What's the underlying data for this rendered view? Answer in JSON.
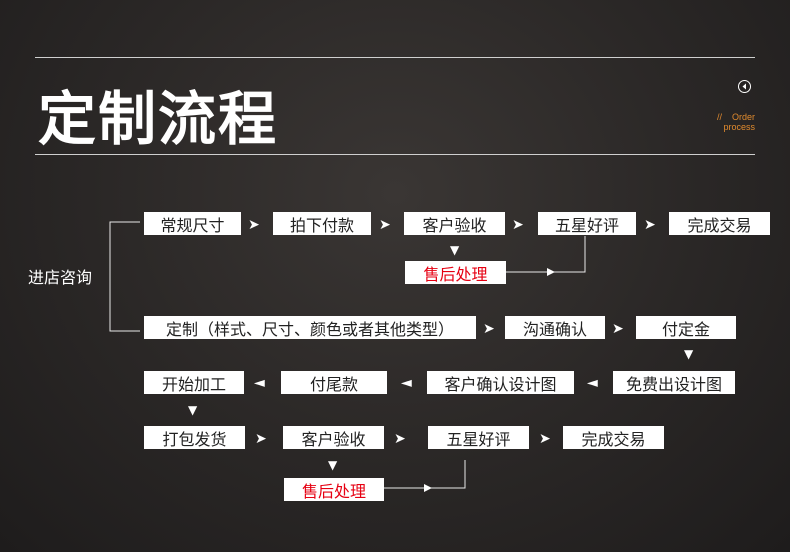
{
  "header": {
    "title": "定制流程",
    "en_prefix": "//",
    "en_line1": "Order",
    "en_line2": "process"
  },
  "side_label": "进店咨询",
  "route1": {
    "steps": [
      "常规尺寸",
      "拍下付款",
      "客户验收",
      "五星好评",
      "完成交易"
    ],
    "after_sale": "售后处理"
  },
  "route2": {
    "row1": [
      "定制（样式、尺寸、颜色或者其他类型）",
      "沟通确认",
      "付定金"
    ],
    "row2": [
      "开始加工",
      "付尾款",
      "客户确认设计图",
      "免费出设计图"
    ],
    "row3": [
      "打包发货",
      "客户验收",
      "五星好评",
      "完成交易"
    ],
    "after_sale": "售后处理"
  },
  "colors": {
    "accent": "#e08a2e",
    "alert": "#e60012"
  }
}
